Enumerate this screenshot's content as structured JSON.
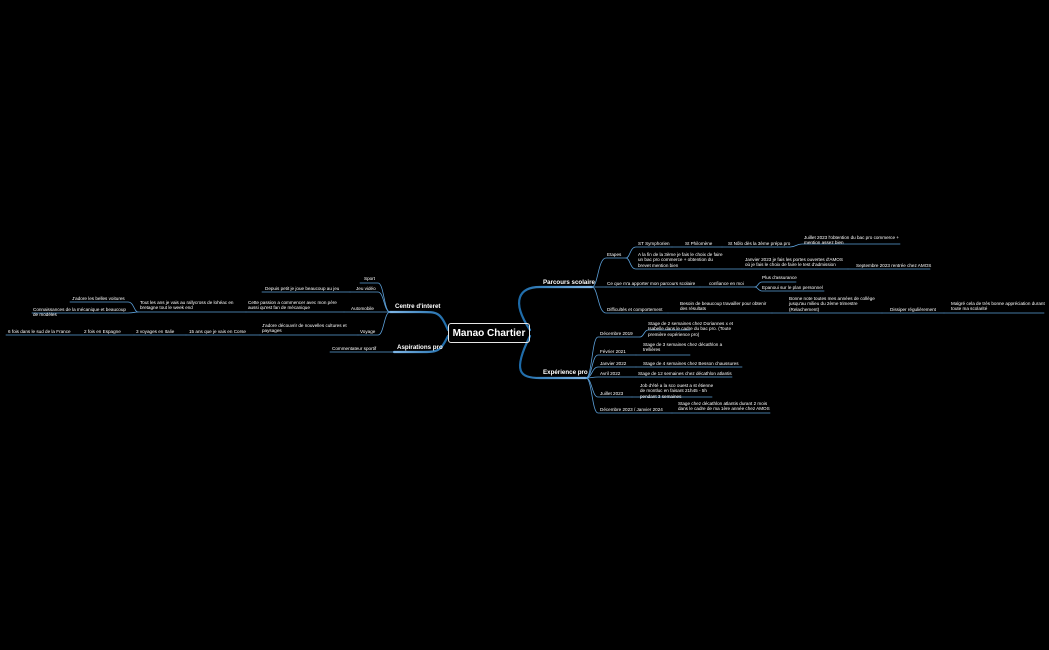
{
  "central": "Manao Chartier",
  "right": {
    "parcours": {
      "label": "Parcours scolaire",
      "etapes": "Etapes",
      "st_symphorien": "ST Symphorien",
      "st_philomene": "St Philomène",
      "st_nolo": "St Nôlo dès la 3ème prépa pro",
      "juillet_2023": "Juillet 2023 l'obtention du bac pro commerce + mention assez bien",
      "fin_3eme": "A la fin de la 3ème je fais le choix de faire un bac pro commerce + obtention du brevet mention bien",
      "janvier_2023": "Janvier 2023 je fais les portes ouvertes d'AMOS où je fais le choix de faire le test d'admission",
      "septembre_2023": "Septembre 2023 rentrée chez AMOS",
      "apporter": "Ce que m'a apporter mon parcours scolaire",
      "confiance": "confiance en moi",
      "plus_assurance": "Plus d'assurance",
      "epanoui": "Epanoui sur le plan personnel",
      "difficultes": "Difficultés et comportement",
      "besoin": "Besoin de beaucoup travailler pour obtenir des résultats",
      "bonnes_notes": "Bonne note toutes mes années de collège jusqu'au milieu du 2ème trimestre (Relachement)",
      "dissiper": "Dissiper régulièrement",
      "malgre": "Malgré cela de très bonne appréciation durant toute ma scolarité"
    },
    "experience": {
      "label": "Expérience pro",
      "items": [
        {
          "date": "Décembre 2019",
          "desc": "Stage de 2 semaines chez Doriannes x et Isabelle dans le cadre du bac pro. (Toute première expérience pro)"
        },
        {
          "date": "Février 2021",
          "desc": "Stage de 3 semaines chez décathlon a trellières"
        },
        {
          "date": "Janvier 2022",
          "desc": "Stage de 4 semaines chez Besson chaussures"
        },
        {
          "date": "Avril 2022",
          "desc": "Stage de 12 semaines chez décathlon atlantis"
        },
        {
          "date": "Juillet 2023",
          "desc": "Job d'été a la sco ouest a st étienne de montluc en faisant 21h45 - 5h pendant 3 semaines"
        },
        {
          "date": "Décembre 2023 / Janvier 2024",
          "desc": "Stage chez décathlon atlantis durant 2 mois dans le cadre de ma 1ère année chez AMOS"
        }
      ]
    }
  },
  "left": {
    "centre": {
      "label": "Centre d'interet",
      "sport": "Sport",
      "jeu_video": "Jeu vidéo",
      "jeu_desc": "Depuis petit je joue beaucoup au jeu",
      "automobile": "Automobile",
      "auto_desc": "Cette passion a commencer avec mon père aussi qu'est fan de mécanique",
      "rallye": "Tout les ans je vais au rallycross de lohéac en bretagne tout le week end",
      "adore_voitures": "J'adore les belles voitures",
      "connaissances": "Connaissances de la mécanique et beaucoup de modèles",
      "voyage": "Voyage",
      "voyage_desc": "J'adore découvrir de nouvelles cultures et paysages",
      "corse": "15 ans que je vais en Corse",
      "italie": "3 voyages en Italie",
      "espagne": "2 fois en Espagne",
      "sud_france": "6 fois dans le sud de la France"
    },
    "aspirations": {
      "label": "Aspirations pro",
      "commentateur": "Commentateur sportif"
    }
  }
}
